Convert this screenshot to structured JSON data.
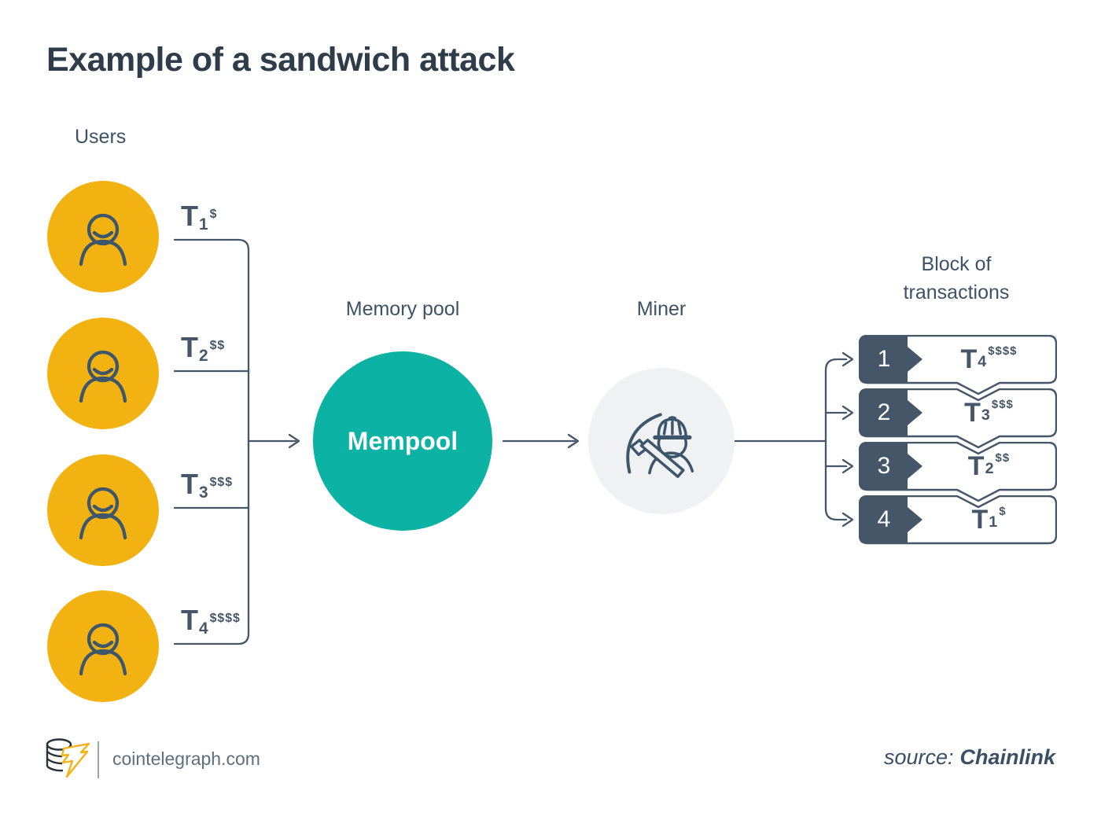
{
  "title": "Example of a sandwich attack",
  "labels": {
    "users": "Users",
    "memory_pool": "Memory pool",
    "miner": "Miner",
    "block": "Block of transactions"
  },
  "mempool": {
    "label": "Mempool"
  },
  "user_transactions": [
    {
      "symbol": "T",
      "index": "1",
      "fee": "$"
    },
    {
      "symbol": "T",
      "index": "2",
      "fee": "$$"
    },
    {
      "symbol": "T",
      "index": "3",
      "fee": "$$$"
    },
    {
      "symbol": "T",
      "index": "4",
      "fee": "$$$$"
    }
  ],
  "block_rows": [
    {
      "position": "1",
      "symbol": "T",
      "index": "4",
      "fee": "$$$$"
    },
    {
      "position": "2",
      "symbol": "T",
      "index": "3",
      "fee": "$$$"
    },
    {
      "position": "3",
      "symbol": "T",
      "index": "2",
      "fee": "$$"
    },
    {
      "position": "4",
      "symbol": "T",
      "index": "1",
      "fee": "$"
    }
  ],
  "footer": {
    "site": "cointelegraph.com",
    "source_label": "source:",
    "source_name": "Chainlink"
  },
  "icons": {
    "user-icon": "person outline in circle",
    "miner-icon": "miner hard hat with pickaxe",
    "cointelegraph-logo": "coin stack with lightning bolt T"
  },
  "colors": {
    "accent_yellow": "#F2B212",
    "accent_teal": "#0CB2A3",
    "dark_slate": "#455668",
    "icon_stroke": "#3E566B",
    "light_gray_circle": "#F0F1F2",
    "title_text": "#2E3D49"
  }
}
